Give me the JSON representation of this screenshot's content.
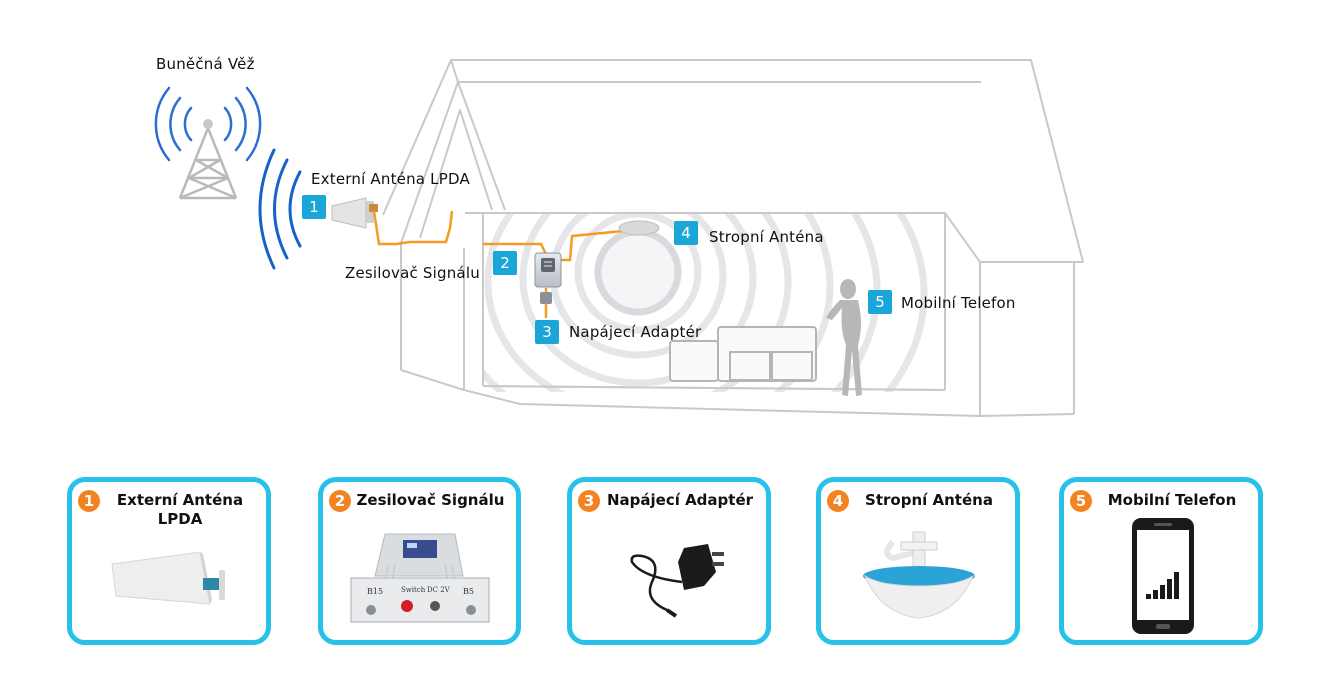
{
  "labels": {
    "tower": "Buněčná Věž",
    "external_antenna": "Externí Anténa LPDA",
    "booster": "Zesilovač Signálu",
    "adapter": "Napájecí Adaptér",
    "ceiling_antenna": "Stropní Anténa",
    "phone": "Mobilní Telefon"
  },
  "badges": [
    "1",
    "2",
    "3",
    "4",
    "5"
  ],
  "cards": [
    {
      "num": "1",
      "title": "Externí Anténa LPDA"
    },
    {
      "num": "2",
      "title": "Zesilovač Signálu"
    },
    {
      "num": "3",
      "title": "Napájecí Adaptér"
    },
    {
      "num": "4",
      "title": "Stropní Anténa"
    },
    {
      "num": "5",
      "title": "Mobilní Telefon"
    }
  ],
  "device_panel": {
    "left": "B15",
    "middle": "Switch",
    "right_top": "DC 2V",
    "right": "B5"
  },
  "colors": {
    "accent": "#27c1ea",
    "badge": "#1aa6d6",
    "number": "#f58220",
    "cable": "#f59a23",
    "wave": "#1463c8"
  }
}
